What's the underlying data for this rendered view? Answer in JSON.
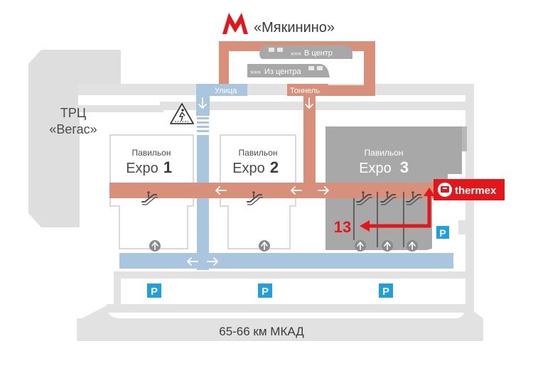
{
  "metro": {
    "letter": "М",
    "station": "«Мякинино»"
  },
  "trains": {
    "to_center": "В центр",
    "from_center": "Из центра"
  },
  "passages": {
    "street": "Улица",
    "tunnel": "Тоннель"
  },
  "mall": {
    "line1": "ТРЦ",
    "line2": "«Вегас»"
  },
  "pavilions": [
    {
      "label": "Павильон",
      "name": "Expo",
      "number": "1"
    },
    {
      "label": "Павильон",
      "name": "Expo",
      "number": "2"
    },
    {
      "label": "Павильон",
      "name": "Expo",
      "number": "3"
    }
  ],
  "brand": {
    "name": "thermex"
  },
  "booth": {
    "number": "13"
  },
  "parking": {
    "label": "P"
  },
  "road": {
    "name": "65-66 км МКАД"
  },
  "colors": {
    "tunnel": "#d9907a",
    "street": "#a9c6de",
    "metro_red": "#e3171b",
    "parking": "#1d9fe0",
    "building_gray": "#a8a8a8",
    "outline_gray": "#d9d9d9"
  }
}
